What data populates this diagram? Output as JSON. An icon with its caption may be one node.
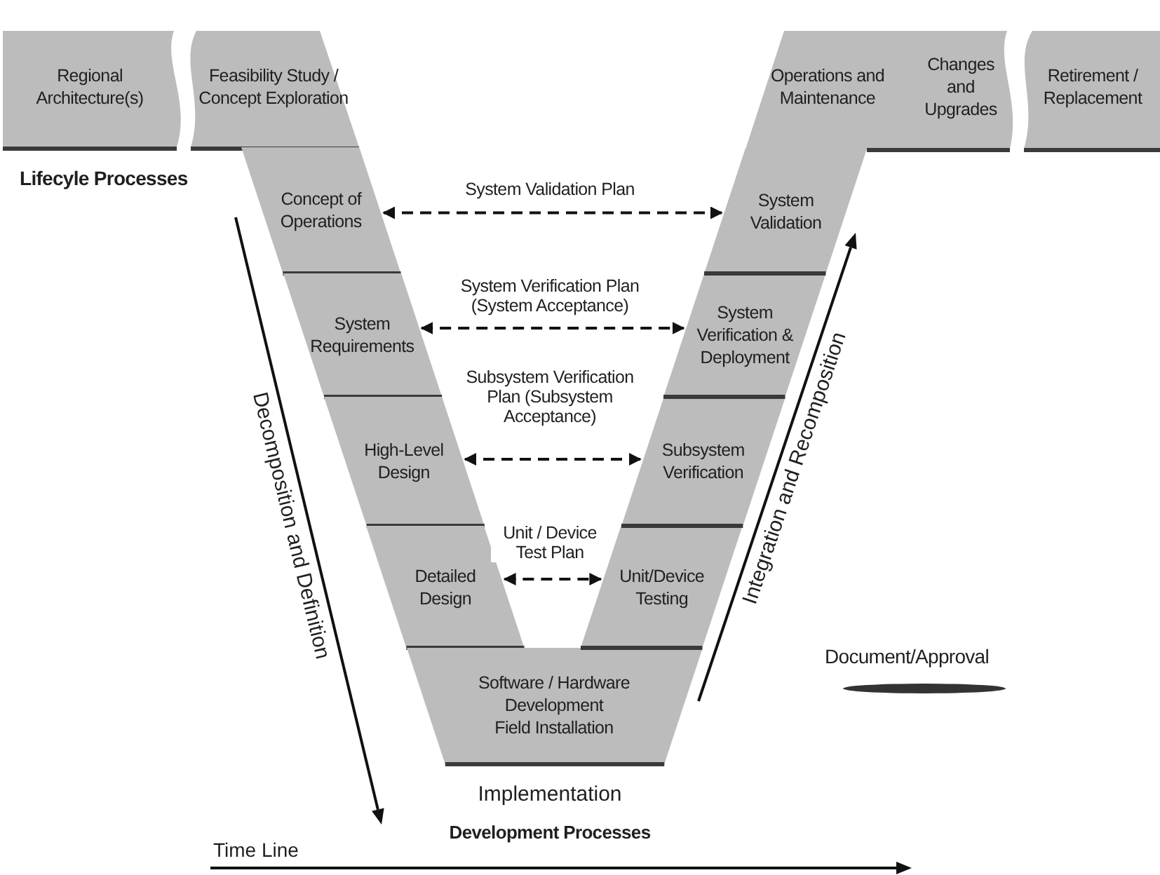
{
  "diagram": {
    "nodes": [
      {
        "text": [
          "Regional Architecture(s)"
        ]
      },
      {
        "text": [
          "Feasibility Study / Concept Exploration"
        ]
      },
      {
        "text": [
          "Concept of Operations"
        ]
      },
      {
        "text": [
          "System Requirements"
        ]
      },
      {
        "text": [
          "High-Level Design"
        ]
      },
      {
        "text": [
          "Detailed Design"
        ]
      },
      {
        "text": [
          "Software / Hardware Development",
          "Field Installation"
        ]
      },
      {
        "text": [
          "Unit/Device Testing"
        ]
      },
      {
        "text": [
          "Subsystem Verification"
        ]
      },
      {
        "text": [
          "System Verification & Deployment"
        ]
      },
      {
        "text": [
          "System Validation"
        ]
      },
      {
        "text": [
          "Operations and Maintenance"
        ]
      },
      {
        "text": [
          "Changes and Upgrades"
        ]
      },
      {
        "text": [
          "Retirement / Replacement"
        ]
      }
    ],
    "edges": [
      {
        "from": 2,
        "to": 10,
        "arrow": "both",
        "label": "System Validation Plan",
        "style": "dashed"
      },
      {
        "from": 3,
        "to": 9,
        "arrow": "both",
        "label": "System Verification Plan (System Acceptance)",
        "style": "dashed"
      },
      {
        "from": 4,
        "to": 8,
        "arrow": "both",
        "label": "Subsystem Verification Plan (Subsystem Acceptance)",
        "style": "dashed"
      },
      {
        "from": 5,
        "to": 7,
        "arrow": "both",
        "label": "Unit / Device Test Plan",
        "style": "dashed"
      }
    ],
    "labels": [
      "Lifecyle Processes",
      "Decomposition and Definition",
      "Integration and Recomposition",
      "Implementation",
      "Development Processes",
      "Time Line"
    ],
    "legend": [
      {
        "text": "Document/Approval"
      }
    ]
  }
}
